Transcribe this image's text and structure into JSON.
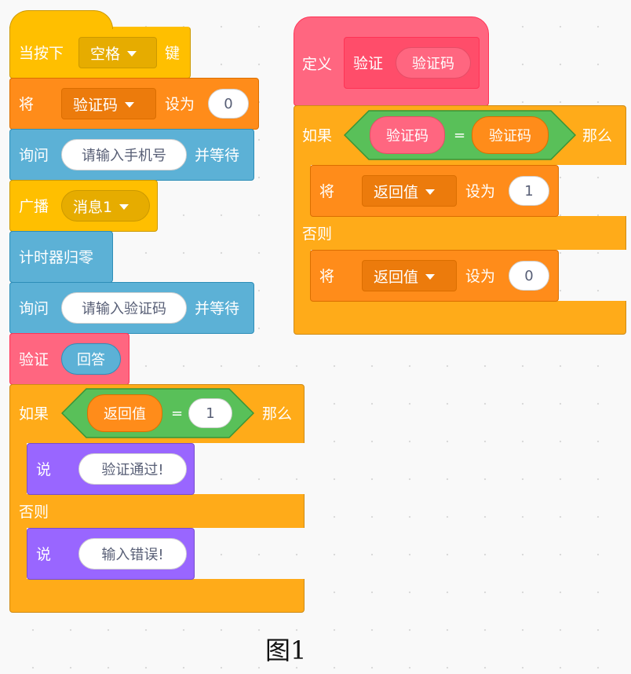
{
  "script_left": {
    "hat": {
      "label": "当按下",
      "key": "空格",
      "suffix": "键"
    },
    "set_var": {
      "label": "将",
      "var": "验证码",
      "set_to": "设为",
      "value": "0"
    },
    "ask_phone": {
      "label": "询问",
      "prompt": "请输入手机号",
      "suffix": "并等待"
    },
    "broadcast": {
      "label": "广播",
      "message": "消息1"
    },
    "reset_timer": {
      "label": "计时器归零"
    },
    "ask_code": {
      "label": "询问",
      "prompt": "请输入验证码",
      "suffix": "并等待"
    },
    "call_verify": {
      "label": "验证",
      "arg": "回答"
    },
    "if_else": {
      "if_label": "如果",
      "left_operand": "返回值",
      "operator": "=",
      "right_operand": "1",
      "then_label": "那么",
      "say1": {
        "label": "说",
        "text": "验证通过!"
      },
      "else_label": "否则",
      "say2": {
        "label": "说",
        "text": "输入错误!"
      }
    }
  },
  "script_right": {
    "define": {
      "label": "定义",
      "name": "验证",
      "param": "验证码"
    },
    "if_else": {
      "if_label": "如果",
      "left_operand": "验证码",
      "operator": "=",
      "right_operand": "验证码",
      "then_label": "那么",
      "set1": {
        "label": "将",
        "var": "返回值",
        "set_to": "设为",
        "value": "1"
      },
      "else_label": "否则",
      "set2": {
        "label": "将",
        "var": "返回值",
        "set_to": "设为",
        "value": "0"
      }
    }
  },
  "caption": "图1"
}
